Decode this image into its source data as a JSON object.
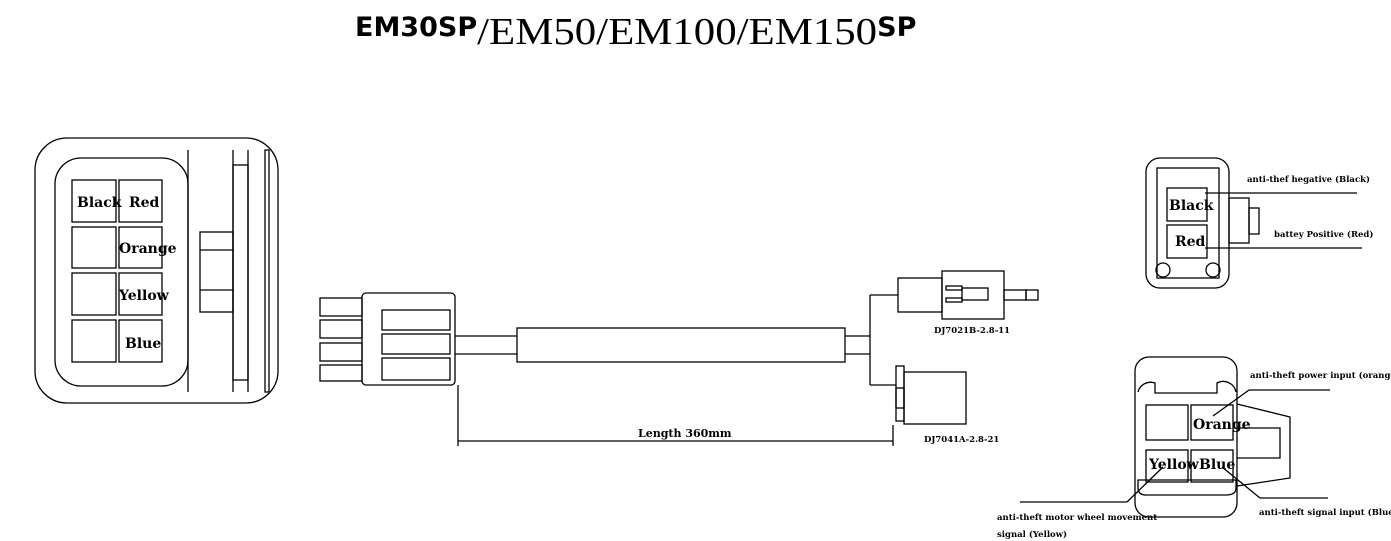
{
  "title": {
    "prefix": "EM30SP",
    "middle": "/EM50/EM100/EM150",
    "suffix": "SP"
  },
  "main_connector": {
    "cells": [
      "Black",
      "Red",
      "Orange",
      "Yellow",
      "Blue"
    ]
  },
  "cable": {
    "length_label": "Length  360mm",
    "part_2pin": "DJ7021B-2.8-11",
    "part_4pin": "DJ7041A-2.8-21"
  },
  "two_pin": {
    "cells": [
      "Black",
      "Red"
    ],
    "labels": {
      "black": "anti-thef hegative (Black)",
      "red": "battey Positive (Red)"
    }
  },
  "four_pin": {
    "cells": [
      "Orange",
      "Yellow",
      "Blue"
    ],
    "labels": {
      "orange": "anti-theft power input  (orange)",
      "yellow_line1": "anti-theft motor wheel movement",
      "yellow_line2": "signal  (Yellow)",
      "blue": "anti-theft signal input  (Blue)"
    }
  }
}
